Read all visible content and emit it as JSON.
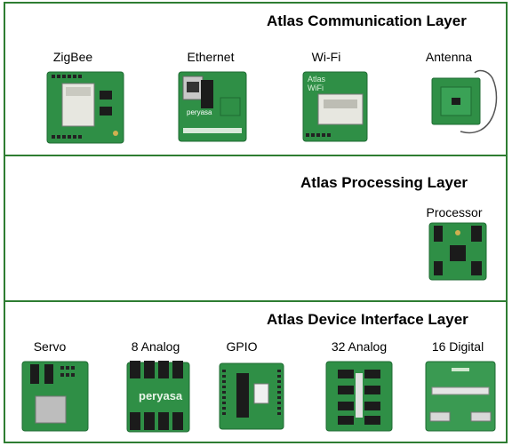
{
  "layers": [
    {
      "title": "Atlas Communication Layer",
      "modules": [
        {
          "label": "ZigBee"
        },
        {
          "label": "Ethernet"
        },
        {
          "label": "Wi-Fi"
        },
        {
          "label": "Antenna"
        }
      ]
    },
    {
      "title": "Atlas Processing Layer",
      "modules": [
        {
          "label": "Processor"
        }
      ]
    },
    {
      "title": "Atlas Device Interface Layer",
      "modules": [
        {
          "label": "Servo"
        },
        {
          "label": "8 Analog"
        },
        {
          "label": "GPIO"
        },
        {
          "label": "32 Analog"
        },
        {
          "label": "16 Digital"
        }
      ]
    }
  ],
  "board_text": {
    "wifi_logo": "Atlas WiFi",
    "brand": "peryasa"
  },
  "colors": {
    "border": "#2e7d32",
    "pcb": "#2f8f46",
    "pcb_dark": "#1f6b33",
    "pin": "#222222",
    "chip": "#1b1b1b"
  }
}
